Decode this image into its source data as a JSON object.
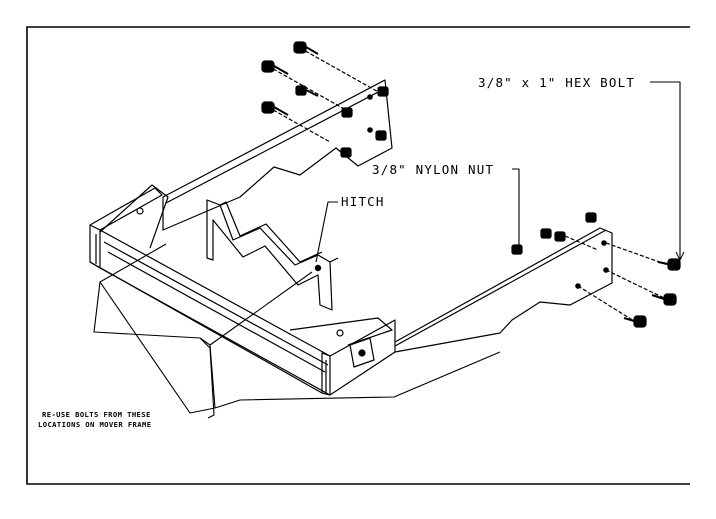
{
  "diagram": {
    "labels": {
      "hex_bolt": "3/8\" x 1\" HEX BOLT",
      "nylon_nut": "3/8\" NYLON NUT",
      "hitch": "HITCH",
      "reuse_line1": "RE-USE BOLTS FROM THESE",
      "reuse_line2": "LOCATIONS ON MOVER FRAME"
    },
    "colors": {
      "line": "#000000",
      "background": "#ffffff"
    }
  }
}
